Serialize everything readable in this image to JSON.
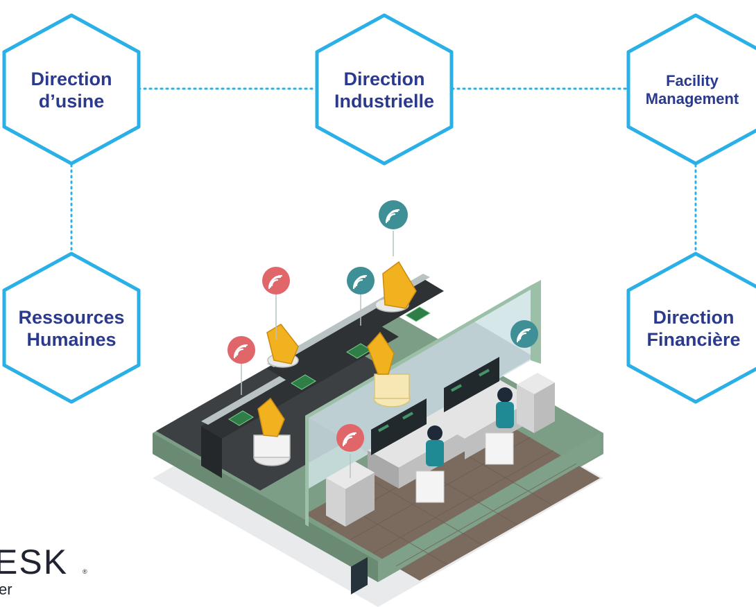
{
  "nodes": [
    {
      "id": "direction-usine",
      "label": "Direction\nd’usine"
    },
    {
      "id": "direction-industrielle",
      "label": "Direction\nIndustrielle"
    },
    {
      "id": "facility-management",
      "label": "Facility\nManagement"
    },
    {
      "id": "ressources-humaines",
      "label": "Ressources\nHumaines"
    },
    {
      "id": "direction-financiere",
      "label": "Direction\nFinancière"
    }
  ],
  "logo": {
    "word": "ESK",
    "registered": "®",
    "subtitle": "er"
  },
  "colors": {
    "hex_border": "#2ab0e6",
    "connector": "#2ab0e6",
    "label_text": "#2b3a8c",
    "wifi_red": "#e0666a",
    "wifi_teal": "#3f8f97"
  },
  "illustration": {
    "name": "isometric-smart-factory-illustration"
  }
}
